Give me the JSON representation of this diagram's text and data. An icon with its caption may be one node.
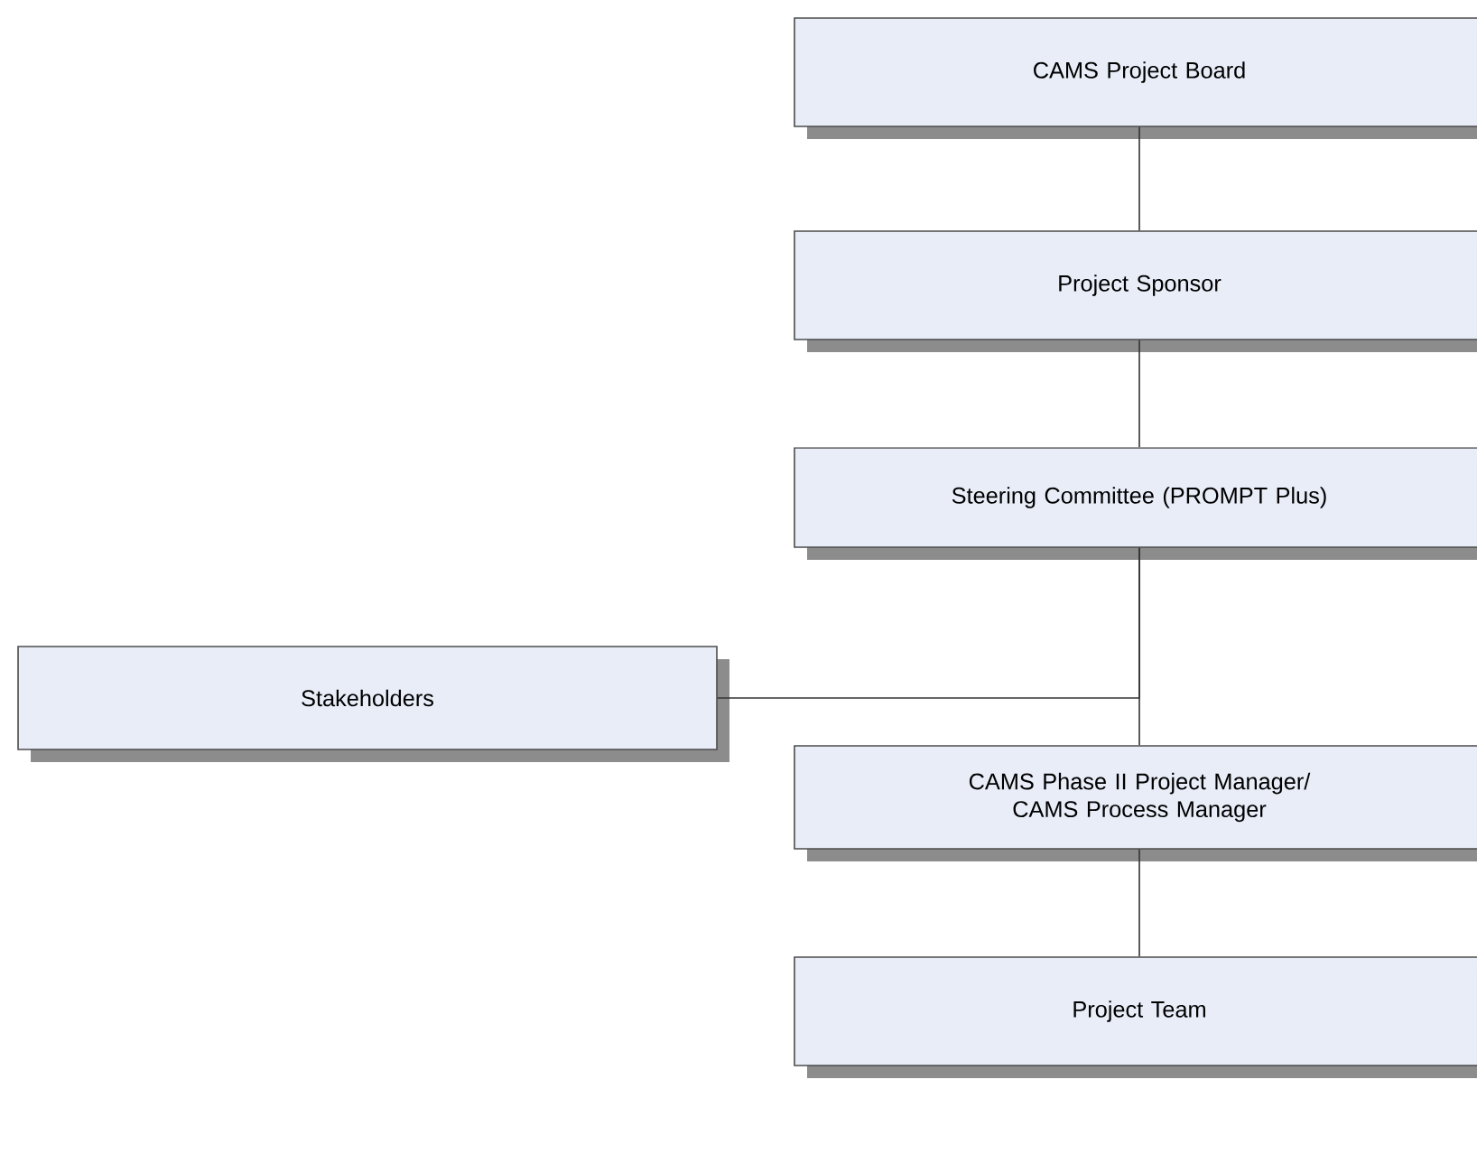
{
  "diagram": {
    "nodes": [
      {
        "text": [
          "CAMS Project Board"
        ]
      },
      {
        "text": [
          "Project Sponsor"
        ]
      },
      {
        "text": [
          "Steering Committee (PROMPT Plus)"
        ]
      },
      {
        "text": [
          "Stakeholders"
        ]
      },
      {
        "text": [
          "CAMS Phase II Project Manager/ CAMS Process Manager"
        ]
      },
      {
        "text": [
          "Project Team"
        ]
      }
    ],
    "edges": [
      {
        "from": 0,
        "to": 1,
        "arrow": "none"
      },
      {
        "from": 1,
        "to": 2,
        "arrow": "none"
      },
      {
        "from": 2,
        "to": 4,
        "arrow": "none"
      },
      {
        "from": 3,
        "to": 2,
        "arrow": "none"
      },
      {
        "from": 4,
        "to": 5,
        "arrow": "none"
      }
    ]
  }
}
